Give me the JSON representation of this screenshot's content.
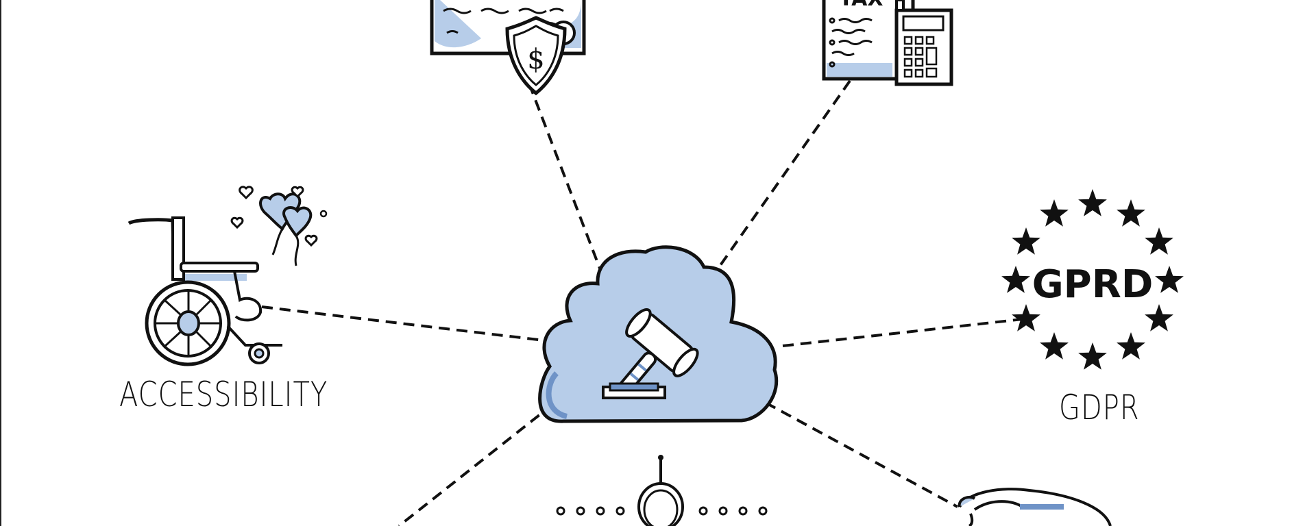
{
  "diagram": {
    "center": {
      "icon": "gavel-cloud-icon"
    },
    "nodes": [
      {
        "id": "insurance",
        "icon": "document-shield-dollar-icon",
        "label": ""
      },
      {
        "id": "tax",
        "icon": "tax-document-calculator-icon",
        "label": "TAX"
      },
      {
        "id": "accessibility",
        "icon": "wheelchair-hearts-icon",
        "label": "ACCESSIBILITY"
      },
      {
        "id": "gdpr",
        "icon": "eu-stars-badge-icon",
        "label": "GDPR",
        "badge_text": "GPRD"
      },
      {
        "id": "bottom-center",
        "icon": "person-dots-icon",
        "label": ""
      },
      {
        "id": "bottom-right",
        "icon": "piggy-bank-icon",
        "label": ""
      }
    ],
    "colors": {
      "accent": "#b7cde9",
      "accent_dark": "#6f93c7",
      "ink": "#111111"
    }
  }
}
